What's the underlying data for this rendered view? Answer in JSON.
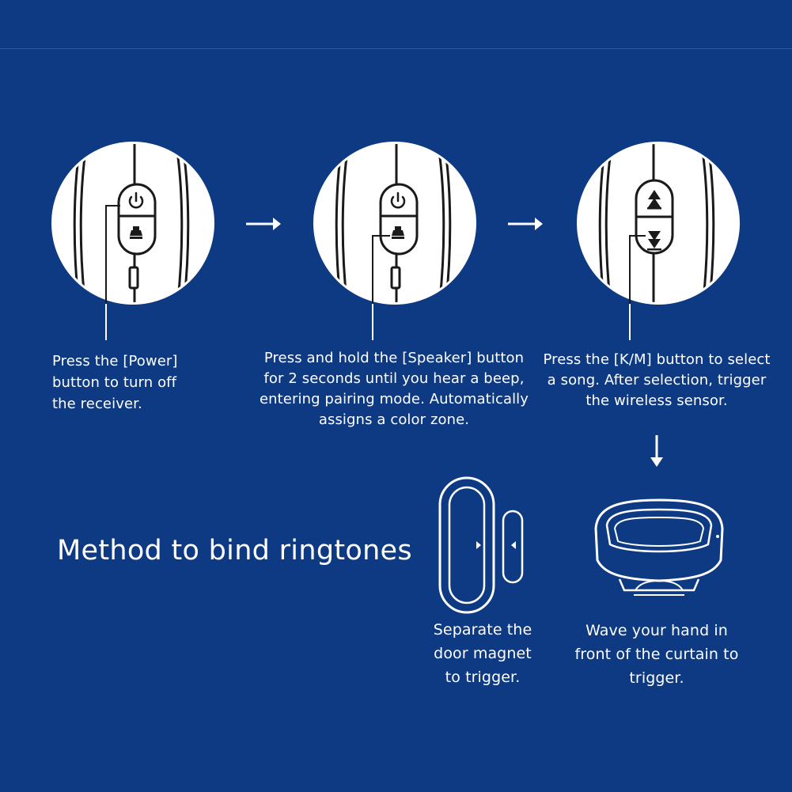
{
  "title": "Method to bind ringtones",
  "steps": [
    {
      "caption": [
        "Press the [Power]",
        "button to turn off",
        "the receiver."
      ],
      "icon": "power-button-closeup"
    },
    {
      "caption": [
        "Press and hold the [Speaker] button",
        "for 2 seconds until you hear a beep,",
        "entering pairing mode. Automatically",
        "assigns a color zone."
      ],
      "icon": "speaker-button-closeup"
    },
    {
      "caption": [
        "Press the [K/M] button to select",
        "a song. After selection, trigger",
        "the wireless sensor."
      ],
      "icon": "km-button-closeup"
    }
  ],
  "sensors": [
    {
      "caption": [
        "Separate the",
        "door magnet",
        "to trigger."
      ],
      "icon": "door-magnet-sensor"
    },
    {
      "caption": [
        "Wave your hand in",
        "front of the curtain to",
        "trigger."
      ],
      "icon": "curtain-motion-sensor"
    }
  ],
  "colors": {
    "background": "#0d3a82",
    "foreground": "#ffffff",
    "device_line": "#1a1a1a"
  }
}
